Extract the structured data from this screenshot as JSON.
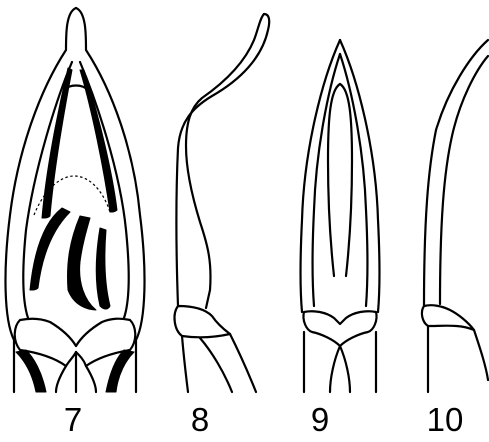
{
  "figures": [
    {
      "id": "7",
      "label": "7"
    },
    {
      "id": "8",
      "label": "8"
    },
    {
      "id": "9",
      "label": "9"
    },
    {
      "id": "10",
      "label": "10"
    }
  ],
  "colors": {
    "ink": "#000000",
    "background": "#ffffff"
  }
}
